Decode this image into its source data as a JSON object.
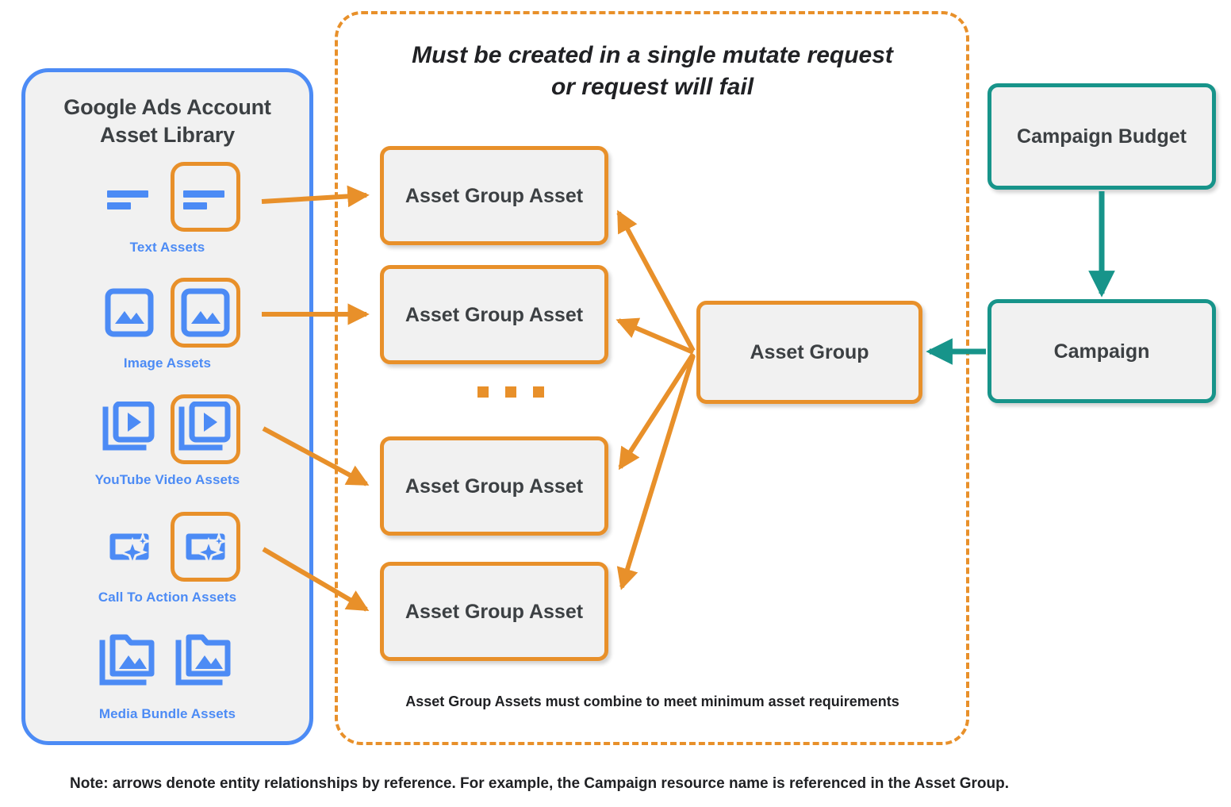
{
  "library": {
    "title": "Google Ads Account\nAsset Library",
    "title_line1": "Google Ads Account",
    "title_line2": "Asset Library",
    "border_color": "#4c8bf5",
    "icon_color": "#4c8bf5",
    "highlight_color": "#e8902a",
    "rows": [
      {
        "id": "text-assets",
        "caption": "Text Assets",
        "icon": "text-lines-icon",
        "highlighted": true
      },
      {
        "id": "image-assets",
        "caption": "Image Assets",
        "icon": "image-icon",
        "highlighted": true
      },
      {
        "id": "youtube-video-assets",
        "caption": "YouTube Video  Assets",
        "icon": "video-stack-icon",
        "highlighted": true
      },
      {
        "id": "call-to-action-assets",
        "caption": "Call To Action Assets",
        "icon": "cta-sparkle-icon",
        "highlighted": true
      },
      {
        "id": "media-bundle-assets",
        "caption": "Media Bundle  Assets",
        "icon": "folder-image-icon",
        "highlighted": false
      }
    ]
  },
  "mutate_region": {
    "heading_line1": "Must be created in a single mutate request",
    "heading_line2": "or request will fail",
    "footnote": "Asset Group Assets must combine to meet minimum asset requirements",
    "border_color": "#e8902a"
  },
  "nodes": {
    "asset_group_assets": [
      {
        "label": "Asset Group Asset"
      },
      {
        "label": "Asset Group Asset"
      },
      {
        "label": "Asset Group Asset"
      },
      {
        "label": "Asset Group Asset"
      }
    ],
    "asset_group": {
      "label": "Asset Group",
      "color": "#e8902a"
    },
    "campaign_budget": {
      "label": "Campaign Budget",
      "color": "#17948a"
    },
    "campaign": {
      "label": "Campaign",
      "color": "#17948a"
    }
  },
  "ellipsis": {
    "dots": 3,
    "color": "#e8902a"
  },
  "note": "Note: arrows denote entity relationships by reference. For example, the Campaign resource name is referenced in the Asset Group.",
  "colors": {
    "orange": "#e8902a",
    "teal": "#17948a",
    "blue": "#4c8bf5",
    "node_fill": "#f1f1f1",
    "text": "#3c4043",
    "background": "#ffffff"
  }
}
